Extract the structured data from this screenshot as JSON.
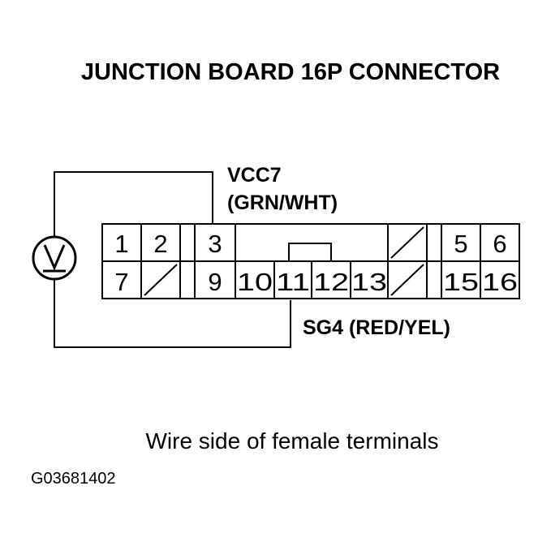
{
  "title": "JUNCTION BOARD 16P CONNECTOR",
  "labels": {
    "vcc_name": "VCC7",
    "vcc_color": "(GRN/WHT)",
    "sg_label": "SG4 (RED/YEL)"
  },
  "caption": "Wire side of female terminals",
  "figure_id": "G03681402",
  "meter_icon": "voltmeter-symbol-icon",
  "connector": {
    "top_row": [
      "1",
      "2",
      "3",
      "5",
      "6"
    ],
    "bottom_row": [
      "7",
      "9",
      "10",
      "11",
      "12",
      "13",
      "15",
      "16"
    ]
  }
}
